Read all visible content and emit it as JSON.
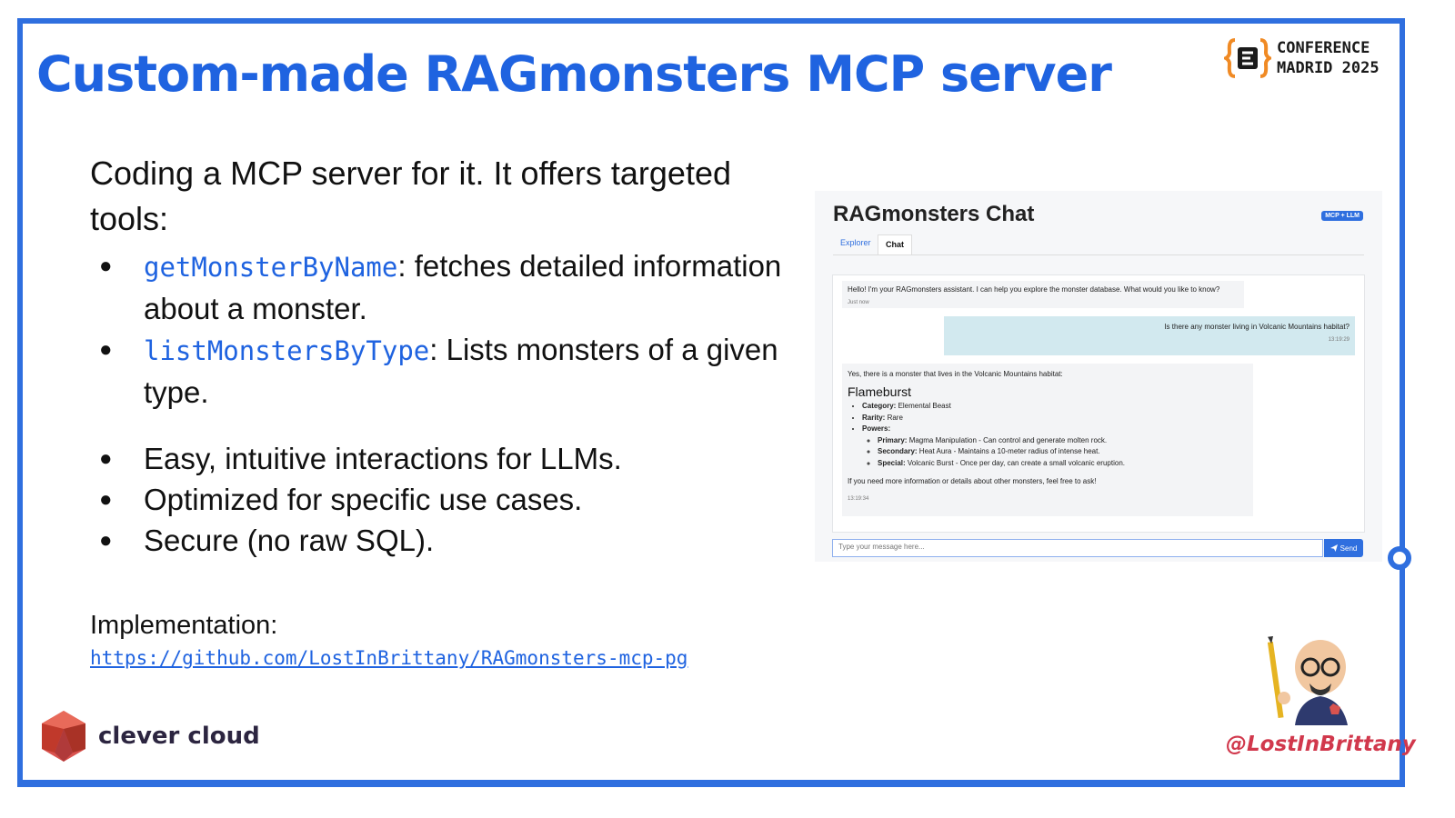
{
  "slide": {
    "title": "Custom-made RAGmonsters MCP server",
    "conference": {
      "line1": "CONFERENCE",
      "line2": "MADRID 2025"
    },
    "intro": "Coding a MCP server for it. It offers targeted tools:",
    "tools": [
      {
        "code": "getMonsterByName",
        "text": ": fetches detailed information about a monster."
      },
      {
        "code": "listMonstersByType",
        "text": ": Lists monsters of a given type."
      }
    ],
    "benefits": [
      "Easy, intuitive interactions for LLMs.",
      "Optimized for specific use cases.",
      "Secure (no raw SQL)."
    ],
    "implementation_label": "Implementation:",
    "implementation_url": "https://github.com/LostInBrittany/RAGmonsters-mcp-pg",
    "company": "clever cloud",
    "handle": "@LostInBrittany"
  },
  "chat_app": {
    "title": "RAGmonsters Chat",
    "badge": "MCP + LLM",
    "tabs": [
      {
        "label": "Explorer"
      },
      {
        "label": "Chat"
      }
    ],
    "messages": {
      "greeting": {
        "text": "Hello! I'm your RAGmonsters assistant. I can help you explore the monster database. What would you like to know?",
        "time": "Just now"
      },
      "question": {
        "text": "Is there any monster living in Volcanic Mountains habitat?",
        "time": "13:19:29"
      },
      "answer": {
        "intro": "Yes, there is a monster that lives in the Volcanic Mountains habitat:",
        "name": "Flameburst",
        "category_label": "Category:",
        "category": " Elemental Beast",
        "rarity_label": "Rarity:",
        "rarity": " Rare",
        "powers_label": "Powers:",
        "primary_label": "Primary:",
        "primary": " Magma Manipulation - Can control and generate molten rock.",
        "secondary_label": "Secondary:",
        "secondary": " Heat Aura - Maintains a 10-meter radius of intense heat.",
        "special_label": "Special:",
        "special": " Volcanic Burst - Once per day, can create a small volcanic eruption.",
        "outro": "If you need more information or details about other monsters, feel free to ask!",
        "time": "13:19:34"
      }
    },
    "input_placeholder": "Type your message here...",
    "send_label": "Send"
  },
  "colors": {
    "accent": "#2f6fdf",
    "title": "#1f63e0",
    "handle": "#d1384c"
  }
}
